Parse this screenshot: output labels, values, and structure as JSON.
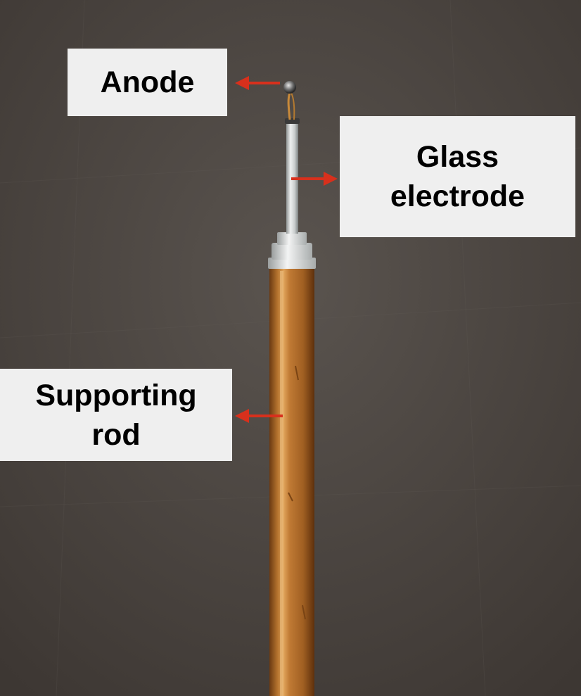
{
  "labels": {
    "anode": "Anode",
    "glass_electrode": [
      "Glass",
      "electrode"
    ],
    "supporting_rod": [
      "Supporting",
      "rod"
    ]
  },
  "colors": {
    "background": "#4a4440",
    "label_bg": "#efefef",
    "arrow": "#d8301c",
    "rod": "#a8642a",
    "glass": "#d8dcdc"
  }
}
